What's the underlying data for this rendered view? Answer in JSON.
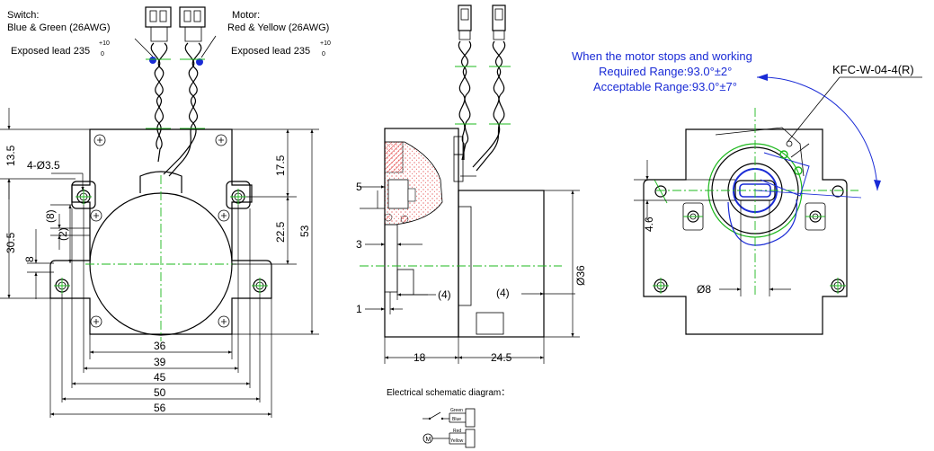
{
  "front_view": {
    "switch_label": "Switch:",
    "switch_wires": "Blue & Green (26AWG)",
    "motor_label": "Motor:",
    "motor_wires": "Red & Yellow (26AWG)",
    "exposed_lead_left": "Exposed lead  235",
    "exposed_lead_right": "Exposed lead  235",
    "tol_upper": "+10",
    "tol_lower": "0",
    "hole_callout": "4-Ø3.5",
    "dims": {
      "d13_5": "13.5",
      "d30_5": "30.5",
      "d8_paren": "(8)",
      "d2_paren": "(2)",
      "d8": "8",
      "d17_5": "17.5",
      "d22_5": "22.5",
      "d53": "53",
      "d36": "36",
      "d39": "39",
      "d45": "45",
      "d50": "50",
      "d56": "56"
    }
  },
  "side_view": {
    "dims": {
      "d5": "5",
      "d3": "3",
      "d1": "1",
      "d4a": "(4)",
      "d4b": "(4)",
      "d36": "Ø36",
      "d18": "18",
      "d24_5": "24.5"
    },
    "schematic_title": "Electrical schematic diagram：",
    "schematic_labels": [
      "Green",
      "Blue",
      "Red",
      "Yellow"
    ]
  },
  "back_view": {
    "note_line1": "When the motor stops and working",
    "note_line2": "Required Range:93.0°±2°",
    "note_line3": "Acceptable Range:93.0°±7°",
    "part_number": "KFC-W-04-4(R)",
    "dims": {
      "d4_6": "4.6",
      "d8": "Ø8"
    }
  },
  "colors": {
    "line": "#000000",
    "centerline": "#1db81d",
    "annotation": "#1a2bd6",
    "section": "#e03030"
  }
}
